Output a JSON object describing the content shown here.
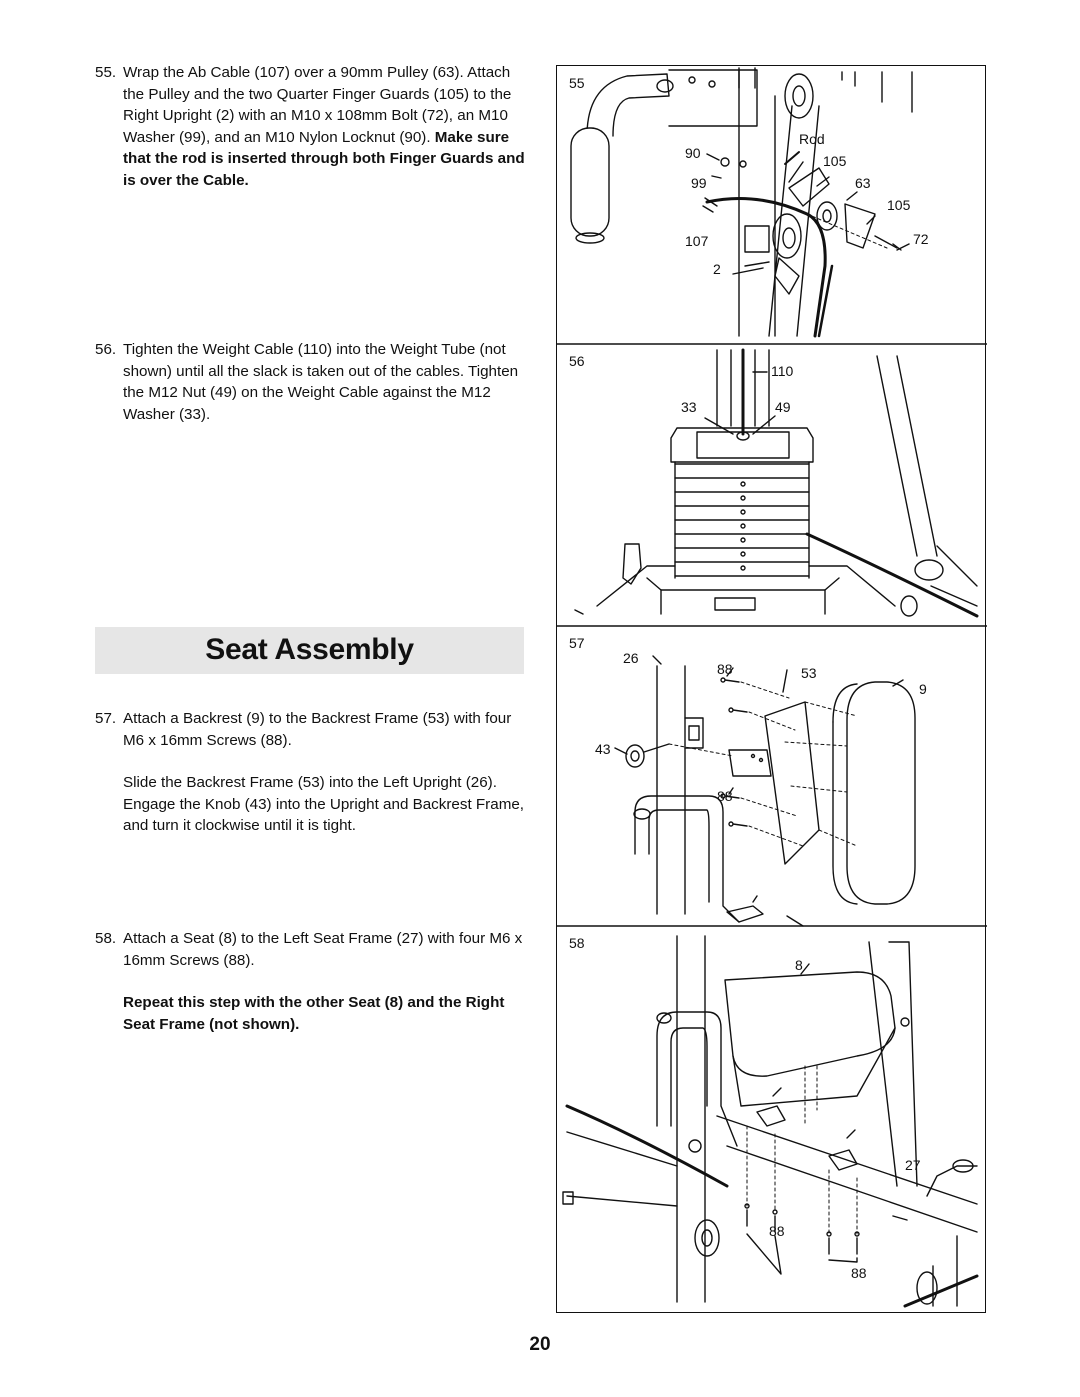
{
  "steps": [
    {
      "number": "55.",
      "text": "Wrap the Ab Cable (107) over a 90mm Pulley (63). Attach the Pulley and the two Quarter Finger Guards (105) to the Right Upright (2) with an M10 x 108mm Bolt (72), an M10 Washer (99), and an M10 Nylon Locknut (90). ",
      "bold": "Make sure that the rod is inserted through both Finger Guards and is over the Cable."
    },
    {
      "number": "56.",
      "text": "Tighten the Weight Cable (110) into the Weight Tube (not shown) until all the slack is taken out of the cables. Tighten the M12 Nut (49) on the Weight Cable against the M12 Washer (33)."
    },
    {
      "number": "57.",
      "text": "Attach a Backrest (9) to the Backrest Frame (53) with four M6 x 16mm Screws (88).",
      "text2": "Slide the Backrest Frame (53) into the Left Upright (26). Engage the Knob (43) into the Upright and Backrest Frame, and turn it clockwise until it is tight."
    },
    {
      "number": "58.",
      "text": "Attach a Seat (8) to the Left Seat Frame (27) with four M6 x 16mm Screws (88).",
      "bold": "Repeat this step with the other Seat (8) and the Right Seat Frame (not shown)."
    }
  ],
  "section_title": "Seat Assembly",
  "figures": {
    "fig55": {
      "number": "55",
      "callouts": {
        "c90": "90",
        "c99": "99",
        "c107": "107",
        "c2": "2",
        "rod": "Rod",
        "c105a": "105",
        "c63": "63",
        "c105b": "105",
        "c72": "72"
      }
    },
    "fig56": {
      "number": "56",
      "callouts": {
        "c110": "110",
        "c33": "33",
        "c49": "49"
      }
    },
    "fig57": {
      "number": "57",
      "callouts": {
        "c26": "26",
        "c88a": "88",
        "c53": "53",
        "c9": "9",
        "c43": "43",
        "c88b": "88"
      }
    },
    "fig58": {
      "number": "58",
      "callouts": {
        "c8": "8",
        "c27": "27",
        "c88a": "88",
        "c88b": "88"
      }
    }
  },
  "page_number": "20"
}
